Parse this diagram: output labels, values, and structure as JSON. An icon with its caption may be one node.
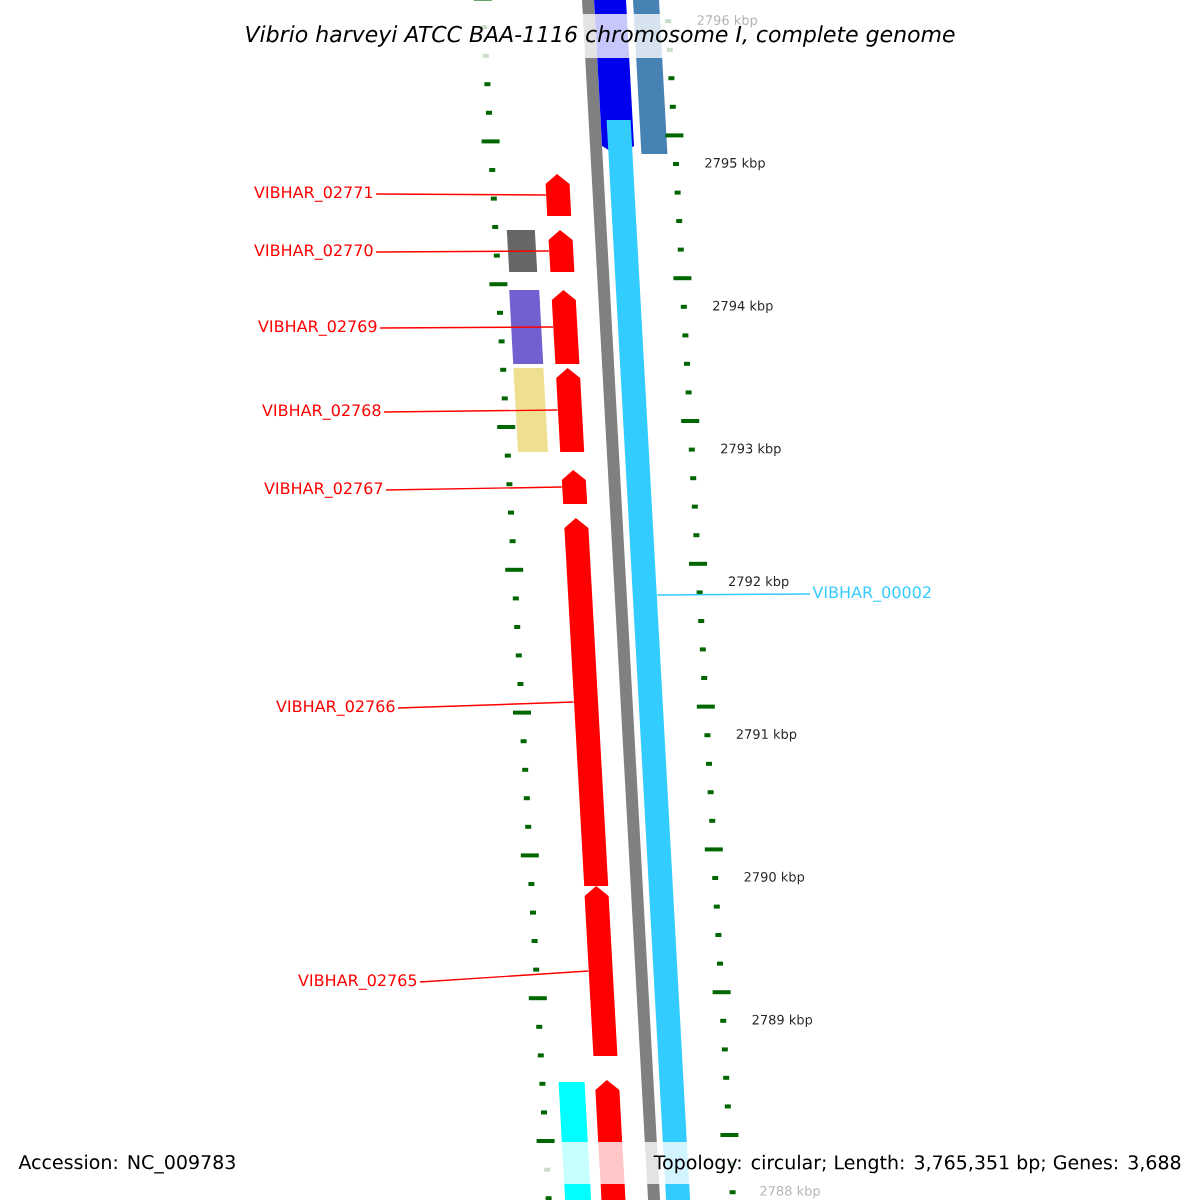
{
  "diagram": {
    "title": "Vibrio harveyi ATCC BAA-1116 chromosome I, complete genome",
    "nodes": [
      {
        "text": [
          "VIBHAR_02771"
        ]
      },
      {
        "text": [
          "VIBHAR_02770"
        ]
      },
      {
        "text": [
          "VIBHAR_02769"
        ]
      },
      {
        "text": [
          "VIBHAR_02768"
        ]
      },
      {
        "text": [
          "VIBHAR_02767"
        ]
      },
      {
        "text": [
          "VIBHAR_02766"
        ]
      },
      {
        "text": [
          "VIBHAR_02765"
        ]
      },
      {
        "text": [
          "VIBHAR_00002"
        ]
      },
      {
        "text": [],
        "shape": "pentagon"
      },
      {
        "text": [],
        "shape": "pentagon"
      },
      {
        "text": [],
        "shape": "pentagon"
      },
      {
        "text": [],
        "shape": "pentagon"
      },
      {
        "text": [],
        "shape": "pentagon"
      },
      {
        "text": [],
        "shape": "pentagon"
      },
      {
        "text": [],
        "shape": "pentagon"
      },
      {
        "text": [],
        "shape": "bar"
      }
    ],
    "edges": [
      {
        "from": 0,
        "to": 8,
        "arrow": "none"
      },
      {
        "from": 1,
        "to": 9,
        "arrow": "none"
      },
      {
        "from": 2,
        "to": 10,
        "arrow": "none"
      },
      {
        "from": 3,
        "to": 11,
        "arrow": "none"
      },
      {
        "from": 4,
        "to": 12,
        "arrow": "none"
      },
      {
        "from": 5,
        "to": 13,
        "arrow": "none"
      },
      {
        "from": 6,
        "to": 14,
        "arrow": "none"
      },
      {
        "from": 7,
        "to": 15,
        "arrow": "none",
        "color": "#33ccff"
      }
    ],
    "labels": [
      "2796 kbp",
      "2795 kbp",
      "2794 kbp",
      "2793 kbp",
      "2792 kbp",
      "2791 kbp",
      "2790 kbp",
      "2789 kbp",
      "2788 kbp",
      "Accession: NC_009783",
      "Topology: circular; Length: 3,765,351 bp; Genes: 3,688"
    ]
  }
}
